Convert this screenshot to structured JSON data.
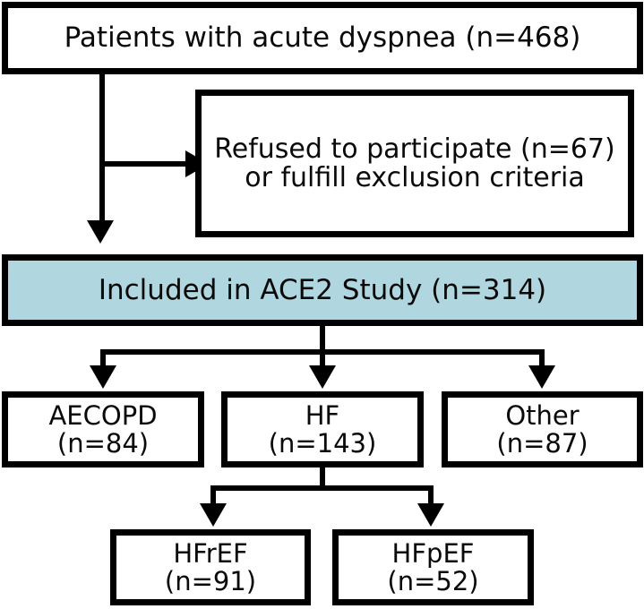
{
  "diagram": {
    "type": "flow-chart",
    "title": "ACE2 Study patient enrollment flow",
    "colors": {
      "highlight_fill": "#b0d7df",
      "border": "#000000",
      "background": "#ffffff",
      "text": "#0a0a0a"
    },
    "nodes": {
      "enrolled": {
        "label": "Patients with acute dyspnea (n=468)",
        "n": 468
      },
      "excluded": {
        "label": "Refused to participate (n=67)\nor fulfill exclusion criteria",
        "n": 67
      },
      "included": {
        "label": "Included in ACE2 Study (n=314)",
        "n": 314
      },
      "aecopd": {
        "label": "AECOPD\n(n=84)",
        "n": 84
      },
      "hf": {
        "label": "HF\n(n=143)",
        "n": 143
      },
      "other": {
        "label": "Other\n(n=87)",
        "n": 87
      },
      "hfref": {
        "label": "HFrEF\n(n=91)",
        "n": 91
      },
      "hfpef": {
        "label": "HFpEF\n(n=52)",
        "n": 52
      }
    },
    "edges": [
      {
        "from": "enrolled",
        "to": "excluded",
        "direction": "right"
      },
      {
        "from": "enrolled",
        "to": "included",
        "direction": "down"
      },
      {
        "from": "included",
        "to": "aecopd",
        "direction": "down"
      },
      {
        "from": "included",
        "to": "hf",
        "direction": "down"
      },
      {
        "from": "included",
        "to": "other",
        "direction": "down"
      },
      {
        "from": "hf",
        "to": "hfref",
        "direction": "down"
      },
      {
        "from": "hf",
        "to": "hfpef",
        "direction": "down"
      }
    ]
  }
}
